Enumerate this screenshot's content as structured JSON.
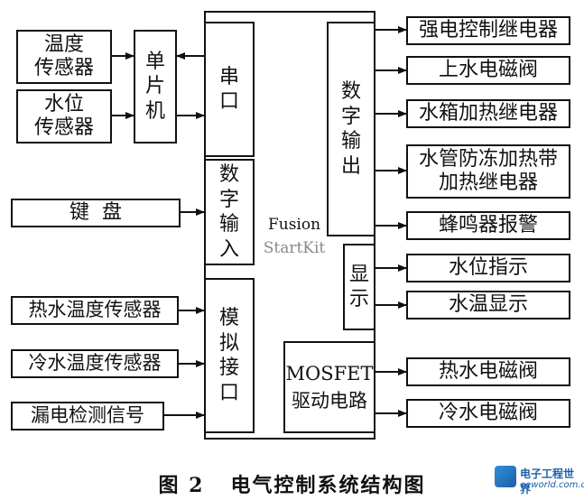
{
  "blocks": {
    "temp_sensor": "温度\n传感器",
    "level_sensor": "水位\n传感器",
    "mcu": "单\n片\n机",
    "keyboard": "键  盘",
    "hot_temp_sensor": "热水温度传感器",
    "cold_temp_sensor": "冷水温度传感器",
    "leak_signal": "漏电检测信号",
    "serial": "串\n口",
    "digital_in": "数\n字\n输\n入",
    "analog_if": "模\n拟\n接\n口",
    "digital_out": "数\n字\n输\n出",
    "display": "显\n示",
    "mosfet": "MOSFET\n驱动电路",
    "core_line1": "Fusion",
    "core_line2": "StartKit",
    "relay_power": "强电控制继电器",
    "inlet_valve": "上水电磁阀",
    "tank_heat_relay": "水箱加热继电器",
    "pipe_heat_relay": "水管防冻加热带\n加热继电器",
    "buzzer": "蜂鸣器报警",
    "level_indicator": "水位指示",
    "temp_display": "水温显示",
    "hot_valve": "热水电磁阀",
    "cold_valve": "冷水电磁阀"
  },
  "caption": "图 2   电气控制系统结构图",
  "watermark": {
    "cn": "电子工程世界",
    "en": "eeworld.com.cn",
    "accent_color": "#1b5fa8"
  }
}
